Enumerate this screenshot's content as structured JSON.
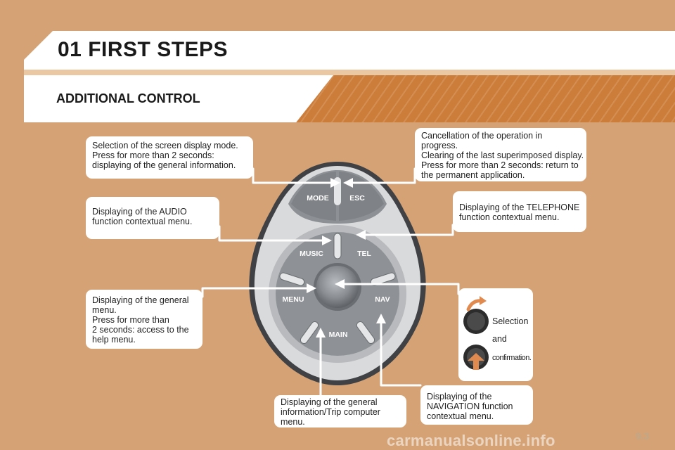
{
  "header": {
    "title": "01 FIRST STEPS"
  },
  "section": {
    "title": "ADDITIONAL CONTROL"
  },
  "controller": {
    "buttons": {
      "mode": "MODE",
      "esc": "ESC",
      "music": "MUSIC",
      "tel": "TEL",
      "menu": "MENU",
      "nav": "NAV",
      "main": "MAIN"
    }
  },
  "callouts": {
    "mode": [
      "Selection of the screen display mode.",
      "Press for more than 2 seconds:",
      "displaying of the general information."
    ],
    "esc": [
      "Cancellation of the operation in",
      "progress.",
      "Clearing of the last superimposed display.",
      "Press for more than 2 seconds: return to",
      "the permanent application."
    ],
    "music": [
      "Displaying of the AUDIO",
      "function contextual menu."
    ],
    "tel": [
      "Displaying of the TELEPHONE",
      "function contextual menu."
    ],
    "menu": [
      "Displaying of the general",
      "menu.",
      "Press for more than",
      "2 seconds: access to the",
      "help menu."
    ],
    "main": [
      "Displaying of the general",
      "information/Trip computer",
      "menu."
    ],
    "nav": [
      "Displaying of the",
      "NAVIGATION function",
      "contextual menu."
    ]
  },
  "legend": {
    "selection": "Selection",
    "and": "and",
    "confirmation": "confirmation."
  },
  "page_number": "9.3",
  "watermark": "carmanualsonline.info",
  "colors": {
    "background": "#d4a274",
    "accent_band": "#cd7d3a",
    "arrow": "#ffffff",
    "legend_arrow": "#e08a4f"
  }
}
